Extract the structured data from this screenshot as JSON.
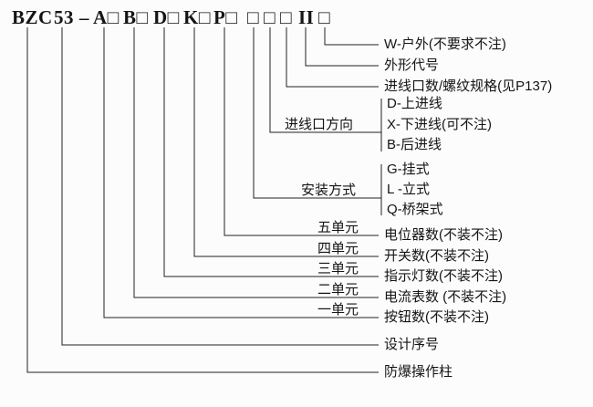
{
  "model_code": {
    "segments": [
      "BZC",
      "53",
      "–",
      "A□",
      "B□",
      "D□",
      "K□",
      "P□",
      "□",
      "□",
      "□",
      "II",
      "□"
    ]
  },
  "labels": {
    "w_outdoor": "W-户外(不要求不注)",
    "shape_code": "外形代号",
    "inlet_spec": "进线口数/螺纹规格(见P137)",
    "inlet_direction": {
      "title": "进线口方向",
      "options": [
        "D-上进线",
        "X-下进线(可不注)",
        "B-后进线"
      ]
    },
    "mounting": {
      "title": "安装方式",
      "options": [
        "G-挂式",
        "L -立式",
        "Q-桥架式"
      ]
    },
    "units": [
      {
        "unit": "五单元",
        "desc": "电位器数(不装不注)"
      },
      {
        "unit": "四单元",
        "desc": "开关数(不装不注)"
      },
      {
        "unit": "三单元",
        "desc": "指示灯数(不装不注)"
      },
      {
        "unit": "二单元",
        "desc": "电流表数 (不装不注)"
      },
      {
        "unit": "一单元",
        "desc": "按钮数(不装不注)"
      }
    ],
    "design_serial": "设计序号",
    "product_name": "防爆操作柱"
  },
  "colors": {
    "line": "#222222",
    "text": "#151515",
    "background": "#fcfcfc"
  }
}
